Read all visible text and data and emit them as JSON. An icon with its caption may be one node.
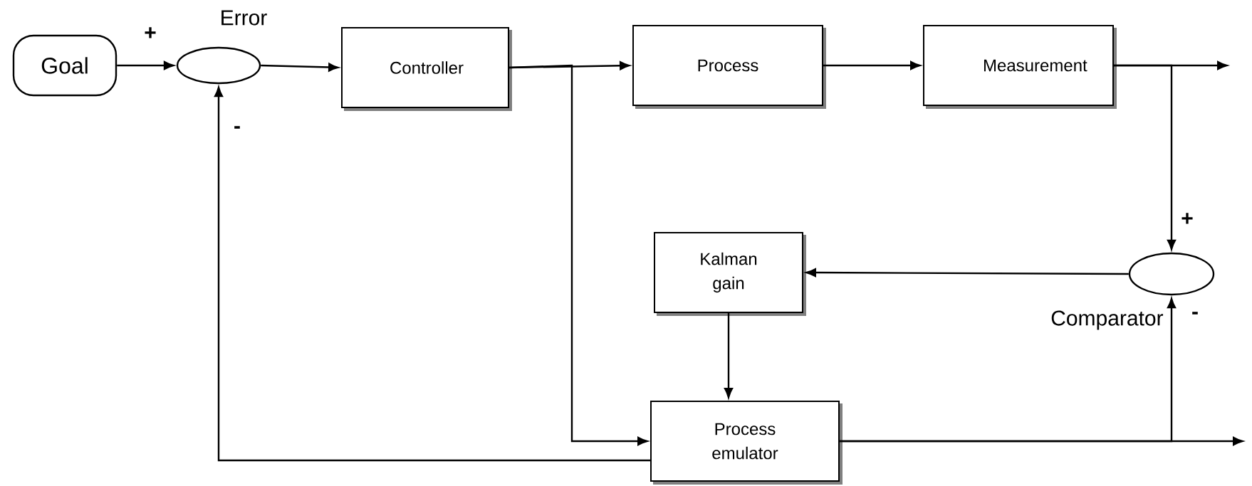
{
  "diagram": {
    "nodes": [
      {
        "text": [
          "Goal"
        ]
      },
      {
        "text": [
          "Error"
        ]
      },
      {
        "text": [
          "Controller"
        ]
      },
      {
        "text": [
          "Process"
        ]
      },
      {
        "text": [
          "Measurement"
        ]
      },
      {
        "text": [
          "Kalman gain"
        ]
      },
      {
        "text": [
          "Comparator"
        ]
      },
      {
        "text": [
          "Process emulator"
        ]
      }
    ],
    "edges": [
      {
        "from": 0,
        "to": 1,
        "arrow": "to"
      },
      {
        "from": 1,
        "to": 2,
        "arrow": "to"
      },
      {
        "from": 2,
        "to": 3,
        "arrow": "to"
      },
      {
        "from": 2,
        "to": 7,
        "arrow": "to"
      },
      {
        "from": 3,
        "to": 4,
        "arrow": "to"
      },
      {
        "from": 4,
        "to": null,
        "arrow": "to"
      },
      {
        "from": 4,
        "to": 6,
        "arrow": "to"
      },
      {
        "from": 6,
        "to": 5,
        "arrow": "to"
      },
      {
        "from": 5,
        "to": 7,
        "arrow": "to"
      },
      {
        "from": 7,
        "to": null,
        "arrow": "to"
      },
      {
        "from": 7,
        "to": 6,
        "arrow": "to"
      },
      {
        "from": 7,
        "to": 1,
        "arrow": "to"
      }
    ],
    "labels": [
      "+",
      "-",
      "+",
      "-"
    ]
  }
}
